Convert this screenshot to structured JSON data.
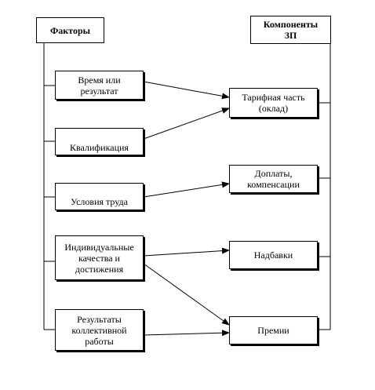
{
  "headers": {
    "factors": "Факторы",
    "components": "Компоненты\nЗП"
  },
  "factors": [
    "Время или\nрезультат",
    "Квалификация",
    "Условия труда",
    "Индивидуальные\nкачества и\nдостижения",
    "Результаты\nколлективной\nработы"
  ],
  "components": [
    "Тарифная часть\n(оклад)",
    "Доплаты,\nкомпенсации",
    "Надбавки",
    "Премии"
  ],
  "links": [
    {
      "from": 0,
      "to": 0
    },
    {
      "from": 1,
      "to": 0
    },
    {
      "from": 2,
      "to": 1
    },
    {
      "from": 3,
      "to": 2
    },
    {
      "from": 3,
      "to": 3
    },
    {
      "from": 4,
      "to": 3
    }
  ]
}
